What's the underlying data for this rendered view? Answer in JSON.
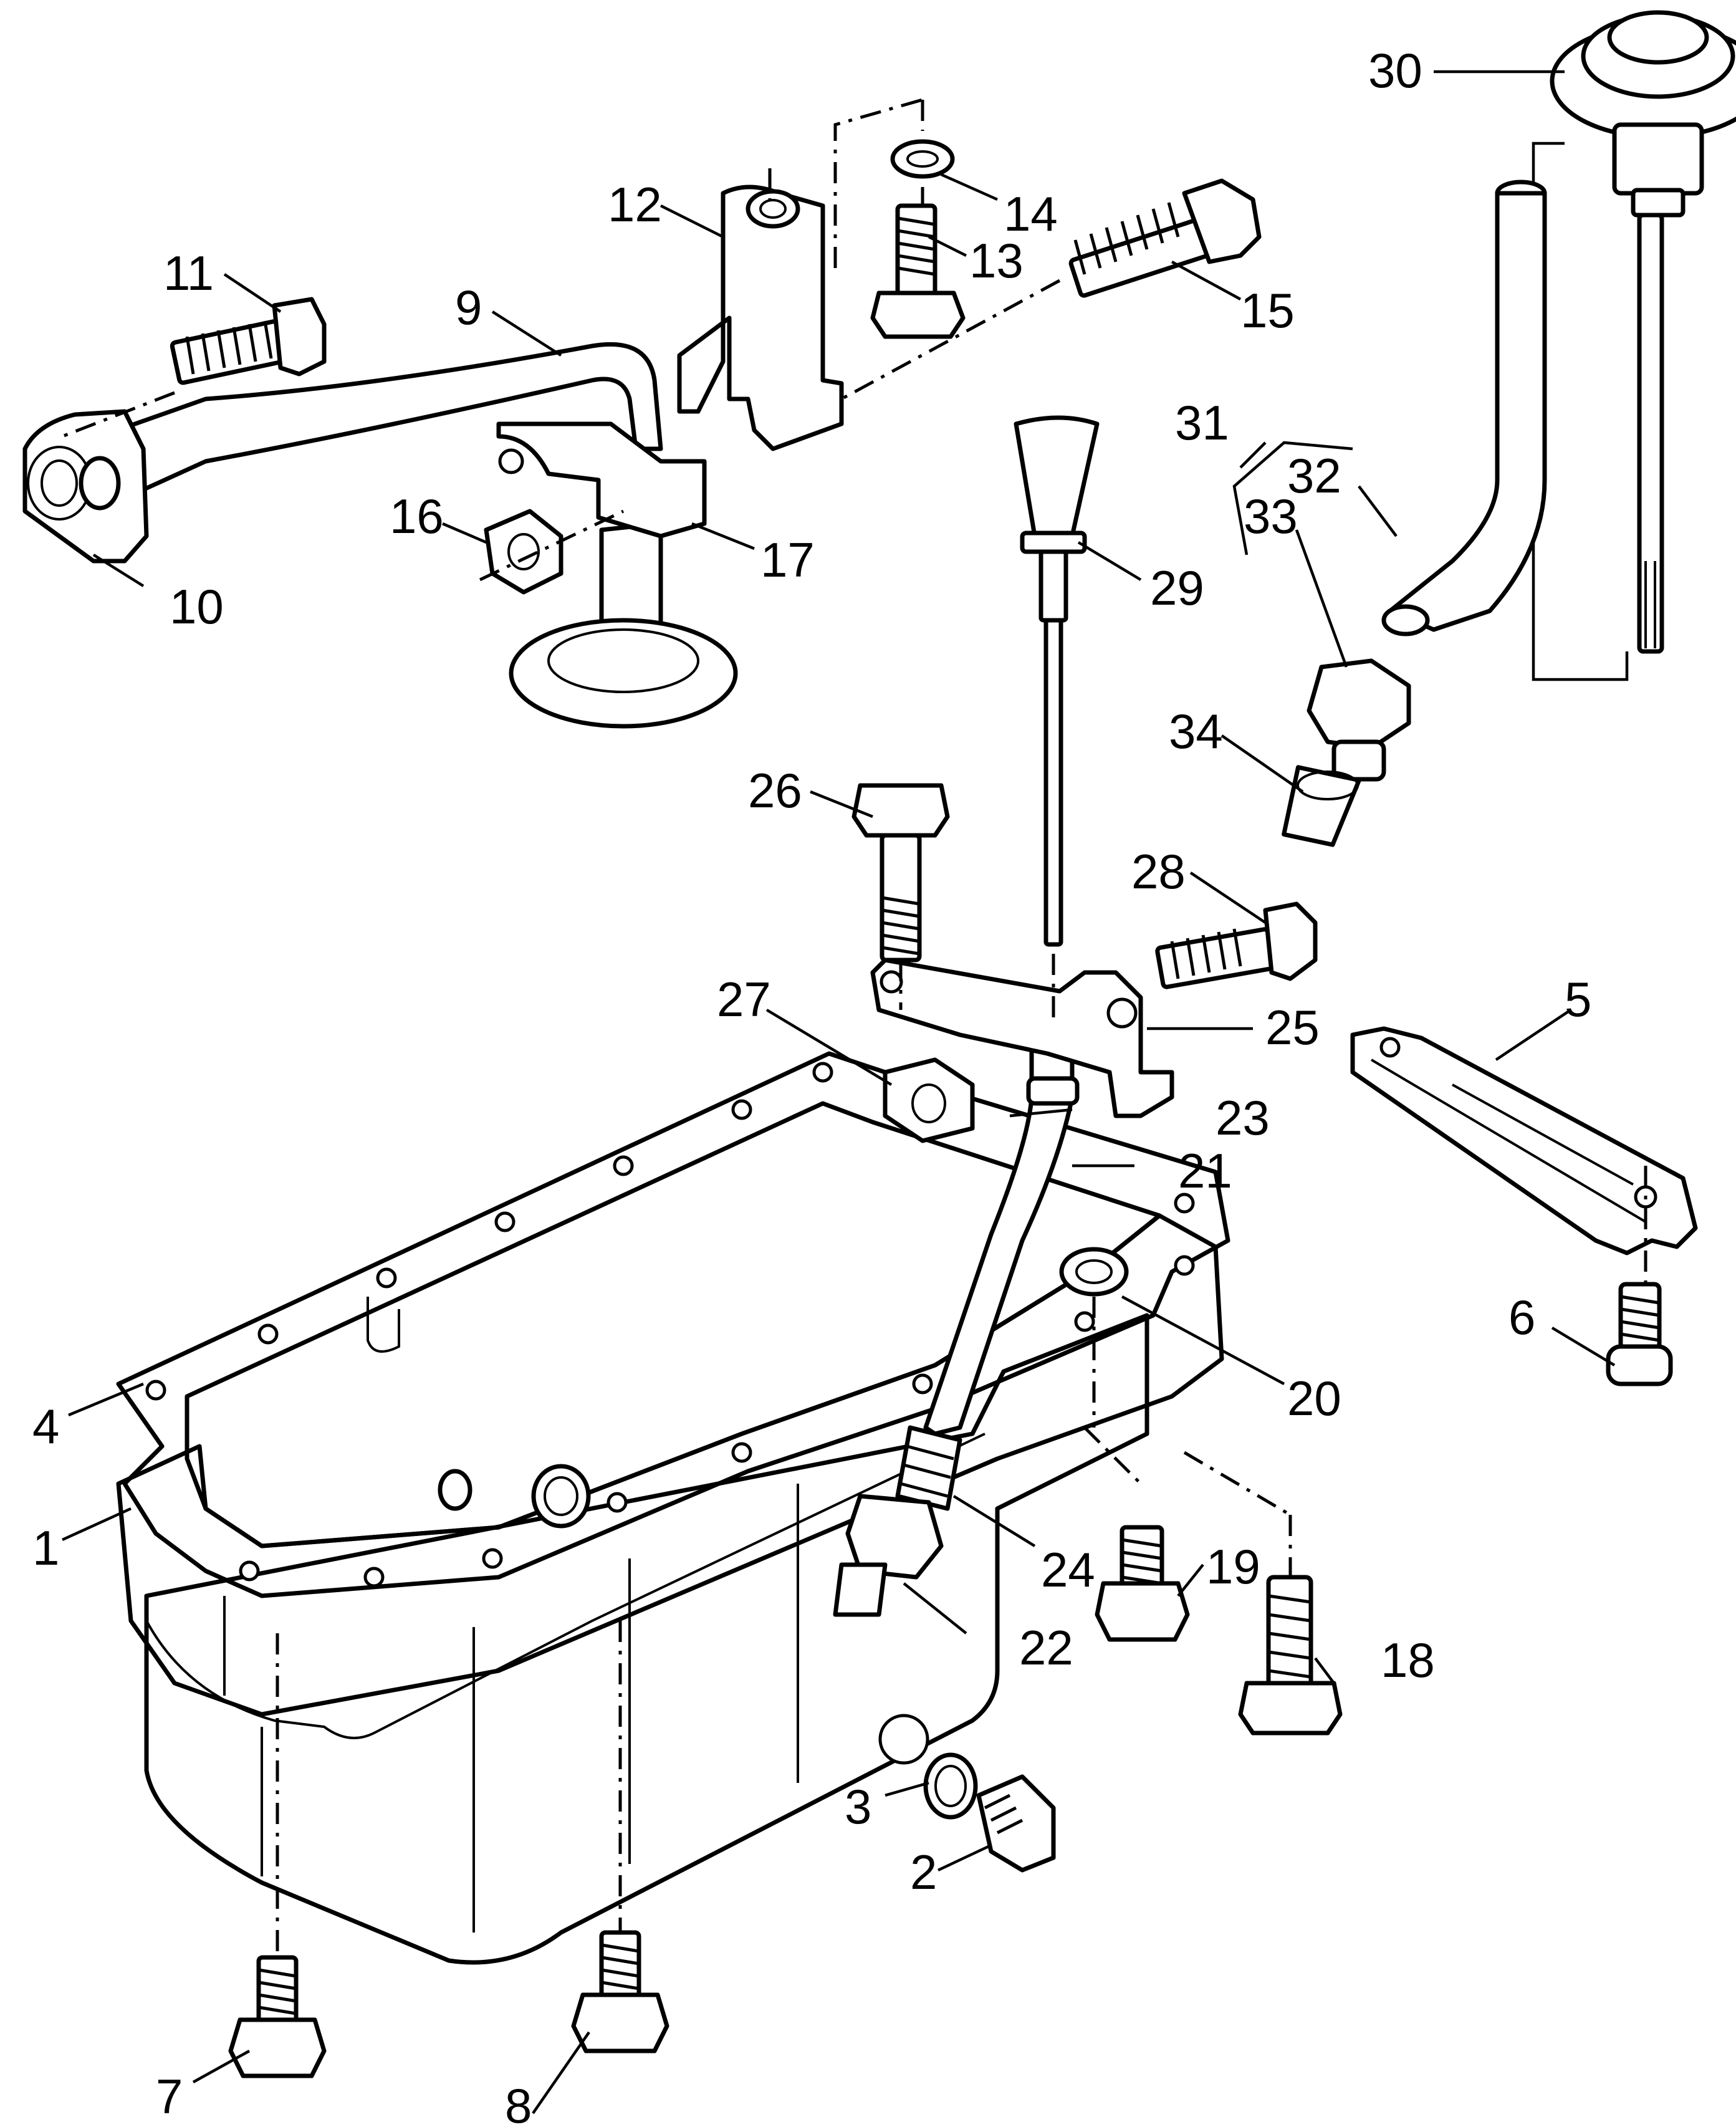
{
  "diagram": {
    "callouts": [
      {
        "id": "c1",
        "text": "1"
      },
      {
        "id": "c2",
        "text": "2"
      },
      {
        "id": "c3",
        "text": "3"
      },
      {
        "id": "c4",
        "text": "4"
      },
      {
        "id": "c5",
        "text": "5"
      },
      {
        "id": "c6",
        "text": "6"
      },
      {
        "id": "c7",
        "text": "7"
      },
      {
        "id": "c8",
        "text": "8"
      },
      {
        "id": "c9",
        "text": "9"
      },
      {
        "id": "c10",
        "text": "10"
      },
      {
        "id": "c11",
        "text": "11"
      },
      {
        "id": "c12",
        "text": "12"
      },
      {
        "id": "c13",
        "text": "13"
      },
      {
        "id": "c14",
        "text": "14"
      },
      {
        "id": "c15",
        "text": "15"
      },
      {
        "id": "c16",
        "text": "16"
      },
      {
        "id": "c17",
        "text": "17"
      },
      {
        "id": "c18",
        "text": "18"
      },
      {
        "id": "c19",
        "text": "19"
      },
      {
        "id": "c20",
        "text": "20"
      },
      {
        "id": "c21",
        "text": "21"
      },
      {
        "id": "c22",
        "text": "22"
      },
      {
        "id": "c23",
        "text": "23"
      },
      {
        "id": "c24",
        "text": "24"
      },
      {
        "id": "c25",
        "text": "25"
      },
      {
        "id": "c26",
        "text": "26"
      },
      {
        "id": "c27",
        "text": "27"
      },
      {
        "id": "c28",
        "text": "28"
      },
      {
        "id": "c29",
        "text": "29"
      },
      {
        "id": "c30",
        "text": "30"
      },
      {
        "id": "c31",
        "text": "31"
      },
      {
        "id": "c32",
        "text": "32"
      },
      {
        "id": "c33",
        "text": "33"
      },
      {
        "id": "c34",
        "text": "34"
      }
    ]
  },
  "style": {
    "line_color": "#000000",
    "background": "#ffffff"
  }
}
